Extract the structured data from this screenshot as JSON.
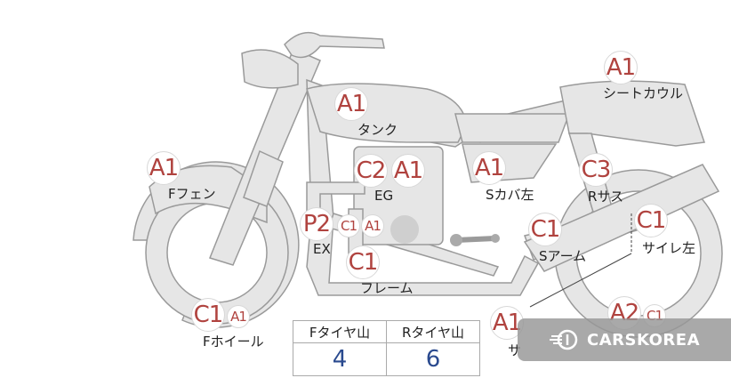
{
  "callouts": [
    {
      "name": "fuel-tank",
      "label": "タンク",
      "codes": [
        "A1"
      ]
    },
    {
      "name": "seat-cowl",
      "label": "シートカウル",
      "codes": [
        "A1"
      ]
    },
    {
      "name": "front-fender",
      "label": "Fフェン",
      "codes": [
        "A1"
      ]
    },
    {
      "name": "engine",
      "label": "EG",
      "codes": [
        "C2",
        "A1"
      ]
    },
    {
      "name": "side-cover-left",
      "label": "Sカバ左",
      "codes": [
        "A1"
      ]
    },
    {
      "name": "rear-suspension",
      "label": "Rサス",
      "codes": [
        "C3"
      ]
    },
    {
      "name": "exhaust",
      "label": "EX",
      "codes": [
        "P2",
        "C1",
        "A1"
      ]
    },
    {
      "name": "silencer-left",
      "label": "サイレ左",
      "codes": [
        "C1"
      ]
    },
    {
      "name": "swing-arm",
      "label": "Sアーム",
      "codes": [
        "C1"
      ]
    },
    {
      "name": "frame",
      "label": "フレーム",
      "codes": [
        "C1"
      ]
    },
    {
      "name": "front-wheel",
      "label": "Fホイール",
      "codes": [
        "C1",
        "A1"
      ]
    },
    {
      "name": "rear-wheel-partial",
      "label": "サ",
      "codes": [
        "A1"
      ]
    },
    {
      "name": "rear-tire-partial",
      "label": "",
      "codes": [
        "A2",
        "C1"
      ]
    }
  ],
  "tire_table": {
    "front_header": "Fタイヤ山",
    "rear_header": "Rタイヤ山",
    "front_value": "4",
    "rear_value": "6"
  },
  "watermark": {
    "text": "CARSKOREA",
    "icon": "carskorea-logo-icon"
  },
  "colors": {
    "badge_text": "#b0433f",
    "tire_value": "#2a4a8f",
    "bike_fill": "#e6e6e6",
    "bike_stroke": "#9a9a9a"
  }
}
